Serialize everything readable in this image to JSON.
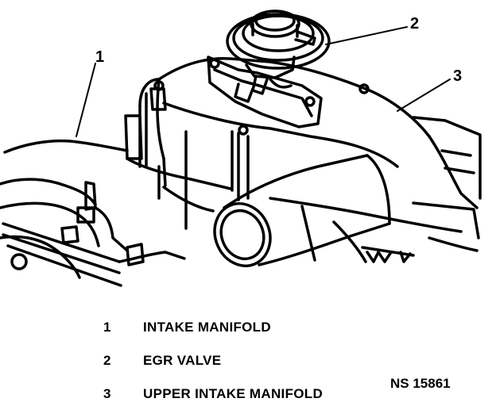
{
  "callouts": [
    {
      "number": "1"
    },
    {
      "number": "2"
    },
    {
      "number": "3"
    }
  ],
  "legend": [
    {
      "number": "1",
      "label": "INTAKE MANIFOLD"
    },
    {
      "number": "2",
      "label": "EGR VALVE"
    },
    {
      "number": "3",
      "label": "UPPER INTAKE MANIFOLD"
    }
  ],
  "figure_code": "NS 15861",
  "colors": {
    "ink": "#000000",
    "paper": "#ffffff"
  }
}
